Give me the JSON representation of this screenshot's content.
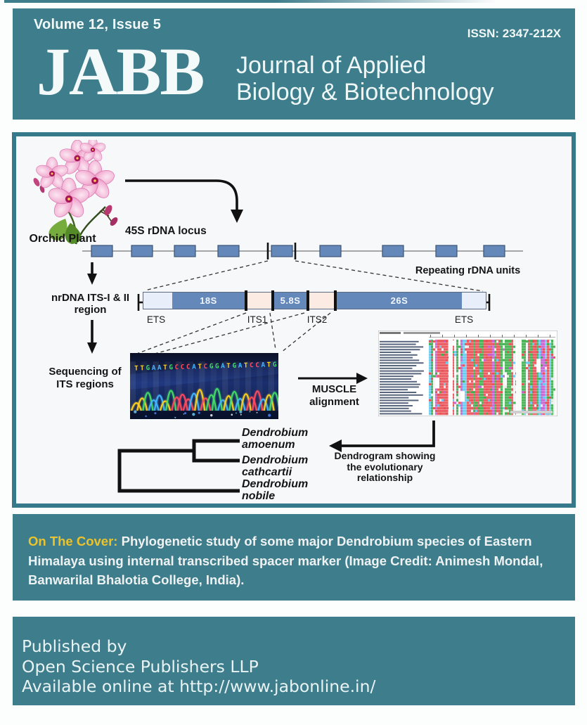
{
  "colors": {
    "teal": "#3e7d8c",
    "panel_bg": "#f7f8fa",
    "gene_blue": "#6488ba",
    "ets_fill": "#e8effa",
    "its_fill": "#fcebe3",
    "accent_yellow": "#edc32b"
  },
  "header": {
    "volume": "Volume 12, Issue 5",
    "issn": "ISSN: 2347-212X",
    "logo": "JABB",
    "journal_line1": "Journal of Applied",
    "journal_line2": "Biology & Biotechnology"
  },
  "figure": {
    "orchid_label": "Orchid Plant",
    "locus_label": "45S rDNA locus",
    "repeating_label": "Repeating rDNA units",
    "repeating_unit_count": 9,
    "nrdna_label": {
      "line1": "nrDNA ITS-I & II",
      "line2": "region"
    },
    "sequencing_label": {
      "line1": "Sequencing of",
      "line2": "ITS regions"
    },
    "muscle_label": {
      "line1": "MUSCLE",
      "line2": "alignment"
    },
    "dendrogram_caption": {
      "line1": "Dendrogram showing",
      "line2": "the evolutionary",
      "line3": "relationship"
    },
    "gene_bar": {
      "segments": [
        {
          "label": "ETS",
          "type": "ets",
          "label_position": "below"
        },
        {
          "label": "18S",
          "type": "gene",
          "label_position": "inside"
        },
        {
          "label": "ITS1",
          "type": "its",
          "label_position": "below"
        },
        {
          "label": "5.8S",
          "type": "gene",
          "label_position": "inside"
        },
        {
          "label": "ITS2",
          "type": "its",
          "label_position": "below"
        },
        {
          "label": "26S",
          "type": "gene",
          "label_position": "inside"
        },
        {
          "label": "ETS",
          "type": "ets",
          "label_position": "below"
        }
      ],
      "below_labels": [
        "ETS",
        "ITS1",
        "ITS2",
        "ETS"
      ]
    },
    "chromatogram": {
      "sequence": "TTGAATGCCCATCGGATGATCCATG",
      "base_colors": {
        "A": "#41b6ff",
        "C": "#ff4a5e",
        "G": "#42dd66",
        "T": "#ffd21e"
      },
      "peak_heights": [
        16,
        26,
        38,
        22,
        32,
        20,
        42,
        28,
        34,
        24,
        36,
        44,
        26,
        33,
        46,
        22,
        31,
        40,
        25,
        35,
        28,
        41,
        24,
        33,
        38
      ]
    },
    "alignment": {
      "palette": [
        "#e84f55",
        "#66c9f1",
        "#3faf4c",
        "#c85ed2"
      ],
      "rows": 28,
      "name_color": "#3a4a66"
    },
    "dendrogram": {
      "species": [
        {
          "genus": "Dendrobium",
          "epithet": "amoenum"
        },
        {
          "genus": "Dendrobium",
          "epithet": "cathcartii"
        },
        {
          "genus": "Dendrobium",
          "epithet": "nobile"
        }
      ]
    }
  },
  "cover_note": {
    "prefix": "On The Cover:",
    "line1_rest": " Phylogenetic study of some major Dendrobium species of Eastern",
    "line2": "Himalaya using internal transcribed spacer marker (Image Credit: Animesh Mondal,",
    "line3": "Banwarilal Bhalotia College, India)."
  },
  "footer": {
    "line1": "Published by",
    "line2": "Open Science Publishers LLP",
    "line3": "Available online at http://www.jabonline.in/"
  }
}
